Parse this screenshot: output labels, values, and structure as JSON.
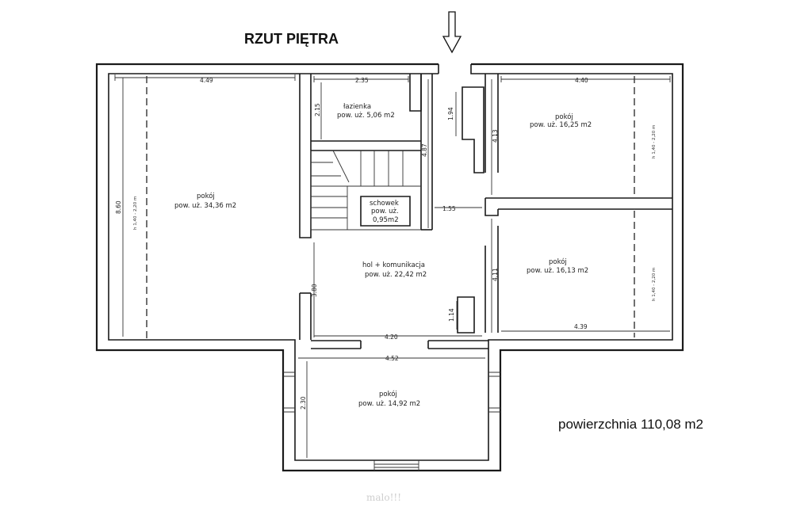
{
  "title": "RZUT PIĘTRA",
  "total_area": "powierzchnia 110,08 m2",
  "rooms": {
    "big_room": {
      "name": "pokój",
      "area": "pow. uż. 34,36 m2",
      "width": "4.49",
      "length": "8.60",
      "height_note": "h 1,40 - 2,20 m"
    },
    "bathroom": {
      "name": "łazienka",
      "area": "pow. uż. 5,06 m2",
      "width": "2.35",
      "depth": "2.15"
    },
    "storage": {
      "name": "schowek",
      "area_line1": "pow. uż.",
      "area_line2": "0,95m2"
    },
    "room_ne": {
      "name": "pokój",
      "area": "pow. uż. 16,25 m2",
      "width": "4.40",
      "depth": "4.13",
      "height_note": "h 1,40 - 2,20 m"
    },
    "room_se": {
      "name": "pokój",
      "area": "pow. uż. 16,13 m2",
      "width": "4.39",
      "depth": "4.11",
      "height_note": "h 1,40 - 2,20 m"
    },
    "hall": {
      "name": "hol + komunikacja",
      "area": "pow. uż. 22,42 m2",
      "width": "4.20",
      "depth": "3.80"
    },
    "room_s": {
      "name": "pokój",
      "area": "pow. uż. 14,92 m2",
      "width": "4.52",
      "depth": "2.30"
    }
  },
  "dimensions": {
    "stair_depth": "4.87",
    "corridor_width": "1.55",
    "niche_top": "1.94",
    "niche_bottom": "1.14"
  },
  "scribble": "malo!!!"
}
